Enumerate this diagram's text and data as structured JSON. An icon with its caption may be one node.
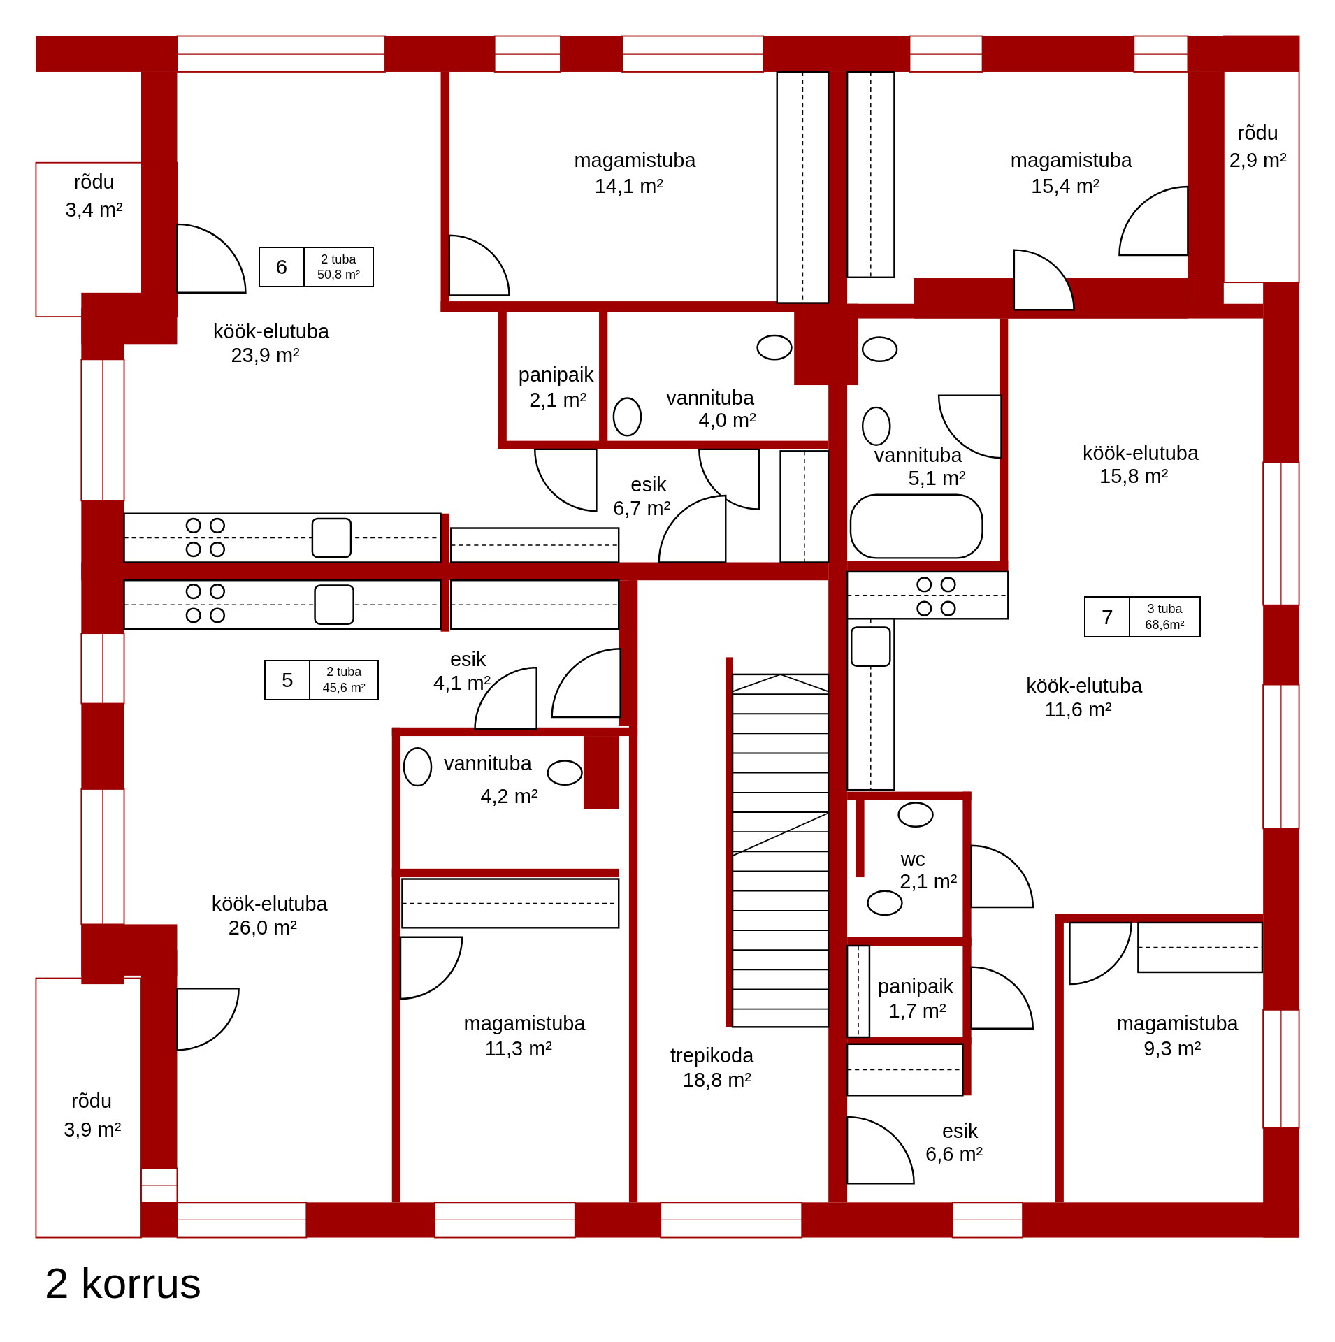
{
  "diagram": {
    "title": "2 korrus",
    "nodes": [
      {
        "text": [
          "6",
          "2 tuba",
          "50,8 m²"
        ]
      },
      {
        "text": [
          "7",
          "3 tuba",
          "68,6m²"
        ]
      },
      {
        "text": [
          "5",
          "2 tuba",
          "45,6 m²"
        ]
      }
    ],
    "labels": [
      "rõdu",
      "2,9 m²",
      "magamistuba",
      "14,1 m²",
      "magamistuba",
      "15,4 m²",
      "rõdu",
      "3,4 m²",
      "köök-elutuba",
      "23,9 m²",
      "panipaik",
      "2,1 m²",
      "vannituba",
      "4,0 m²",
      "köök-elutuba",
      "15,8 m²",
      "vannituba",
      "5,1 m²",
      "esik",
      "6,7 m²",
      "esik",
      "4,1 m²",
      "köök-elutuba",
      "11,6 m²",
      "vannituba",
      "4,2 m²",
      "wc",
      "2,1 m²",
      "köök-elutuba",
      "26,0 m²",
      "panipaik",
      "1,7 m²",
      "magamistuba",
      "11,3 m²",
      "magamistuba",
      "9,3 m²",
      "trepikoda",
      "18,8 m²",
      "rõdu",
      "3,9 m²",
      "esik",
      "6,6 m²"
    ]
  }
}
